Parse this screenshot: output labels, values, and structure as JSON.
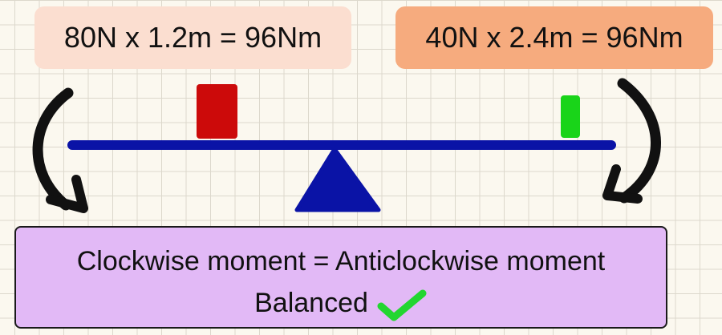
{
  "equations": {
    "left": "80N x 1.2m = 96Nm",
    "right": "40N x 2.4m = 96Nm"
  },
  "conclusion": {
    "line1": "Clockwise moment = Anticlockwise moment",
    "line2": "Balanced"
  },
  "colors": {
    "left_weight": "#cc0a0a",
    "right_weight": "#19d419",
    "beam": "#0a13a6",
    "check": "#22d630"
  }
}
